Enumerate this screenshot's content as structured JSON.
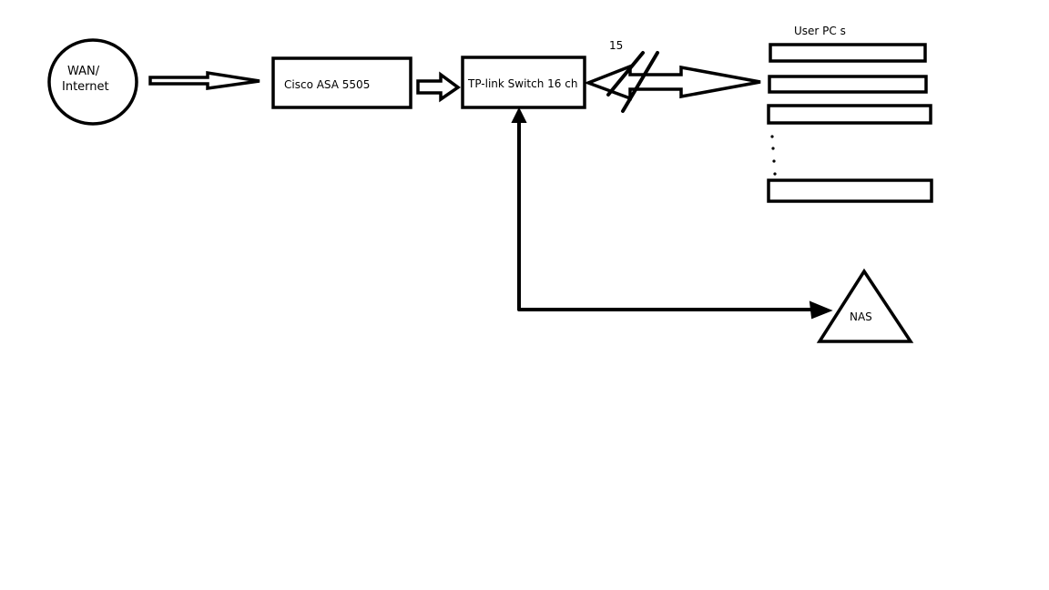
{
  "nodes": {
    "wan": {
      "line1": "WAN/",
      "line2": "Internet"
    },
    "firewall": {
      "label": "Cisco ASA 5505"
    },
    "switch": {
      "label": "TP-link Switch 16 ch"
    },
    "nas": {
      "label": "NAS"
    },
    "user_pcs": {
      "label": "User PC s",
      "visible_boxes": 4
    }
  },
  "links": {
    "switch_to_pcs": {
      "count_label": "15"
    }
  },
  "colors": {
    "stroke": "#000000",
    "background": "#ffffff"
  }
}
